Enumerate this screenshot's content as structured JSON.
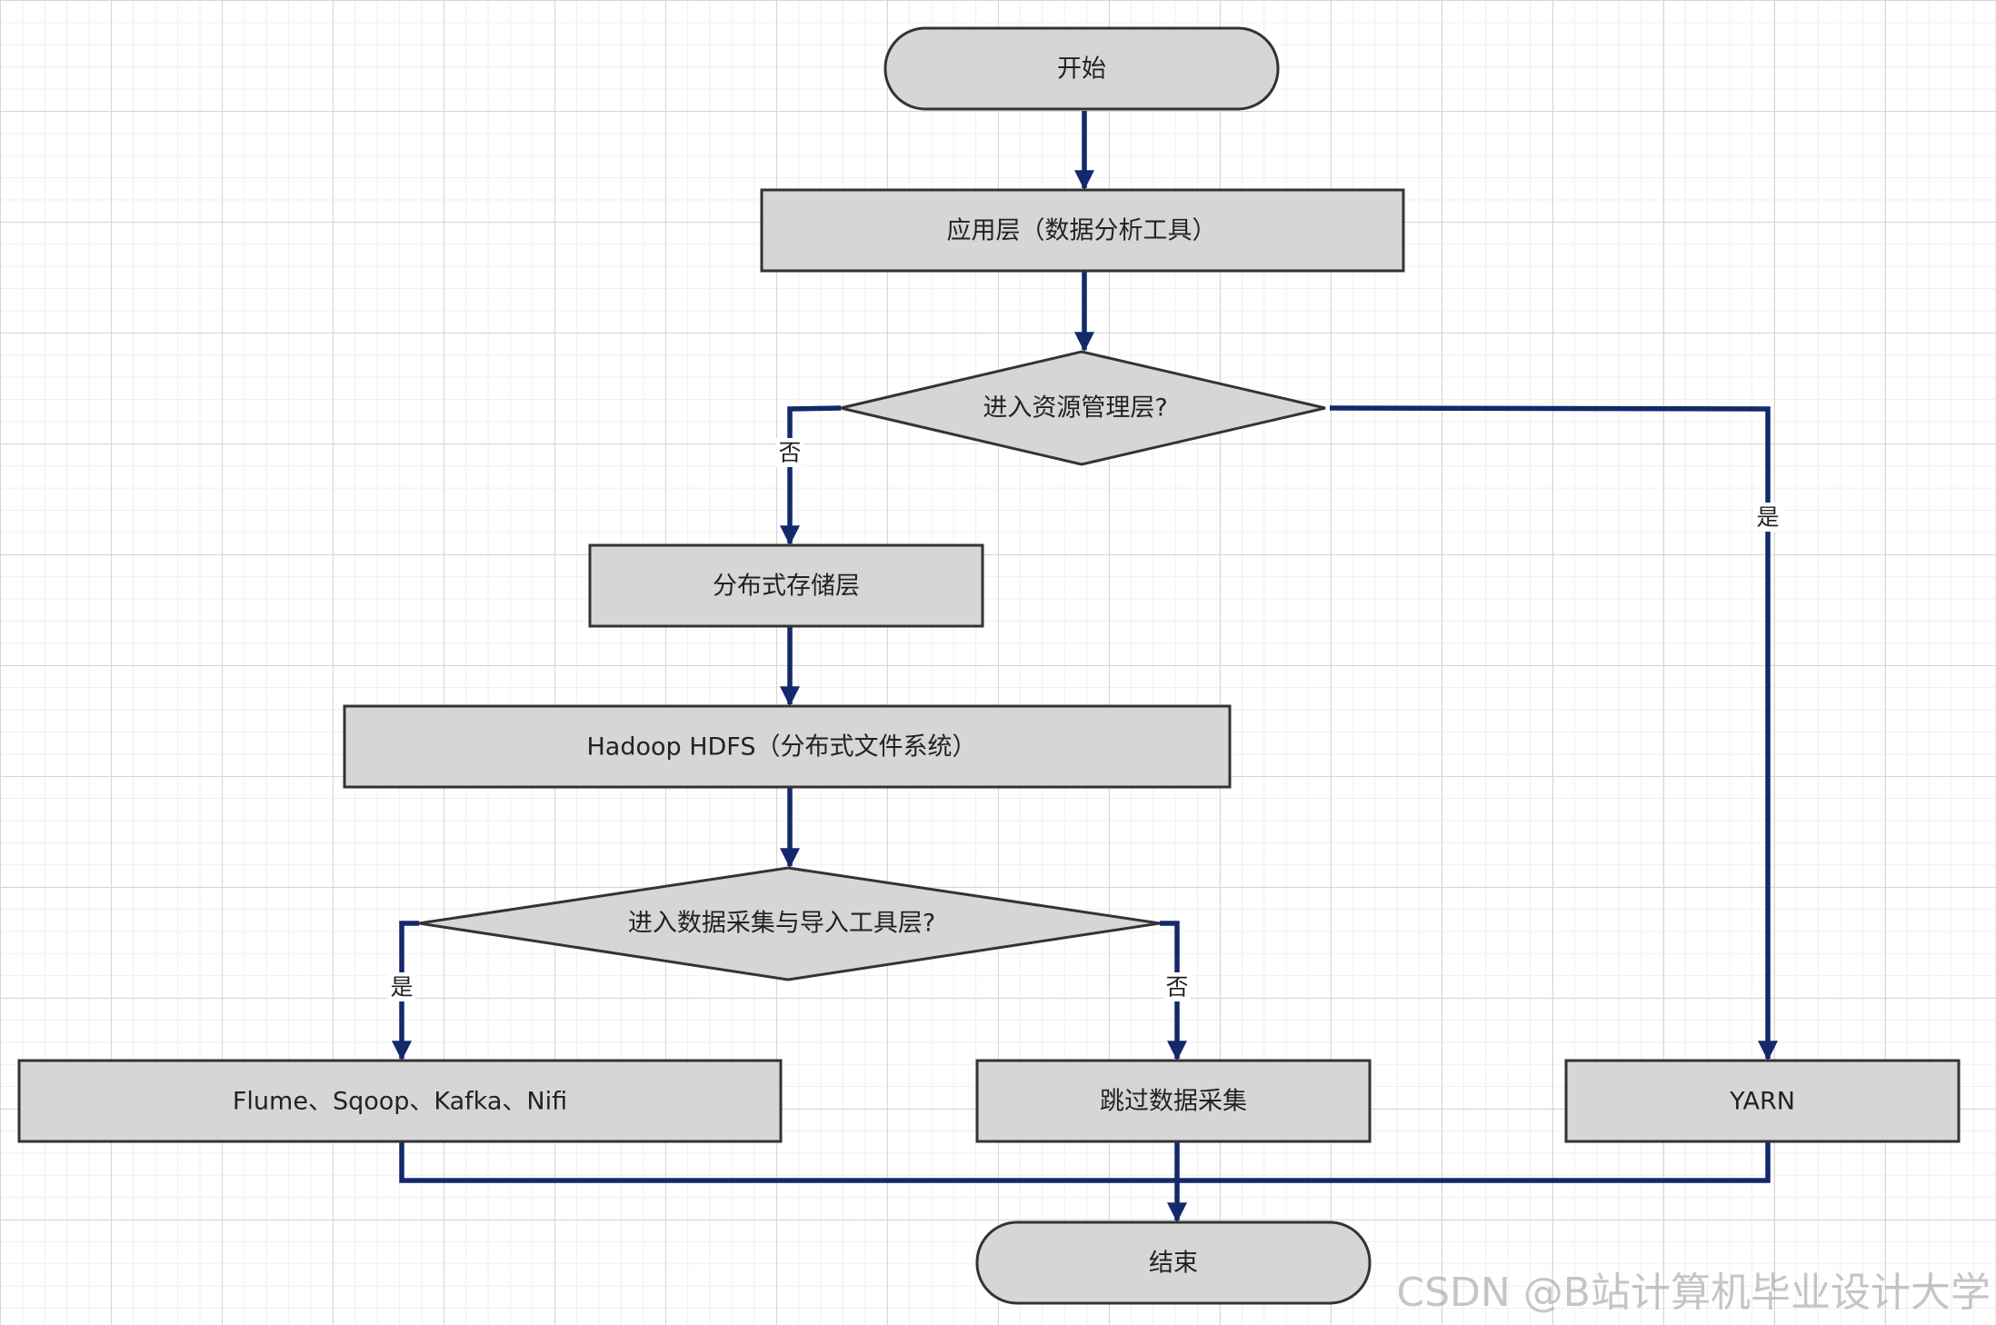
{
  "diagram": {
    "nodes": {
      "start": "开始",
      "app_layer": "应用层（数据分析工具）",
      "decision_resource": "进入资源管理层?",
      "storage_layer": "分布式存储层",
      "hdfs": "Hadoop HDFS（分布式文件系统）",
      "decision_ingest": "进入数据采集与导入工具层?",
      "ingest_tools": "Flume、Sqoop、Kafka、Nifi",
      "skip_ingest": "跳过数据采集",
      "yarn": "YARN",
      "end": "结束"
    },
    "edge_labels": {
      "resource_no": "否",
      "resource_yes": "是",
      "ingest_yes": "是",
      "ingest_no": "否"
    },
    "colors": {
      "node_fill": "#d6d6d6",
      "node_border": "#333333",
      "edge": "#14296b"
    }
  },
  "watermark": "CSDN @B站计算机毕业设计大学"
}
